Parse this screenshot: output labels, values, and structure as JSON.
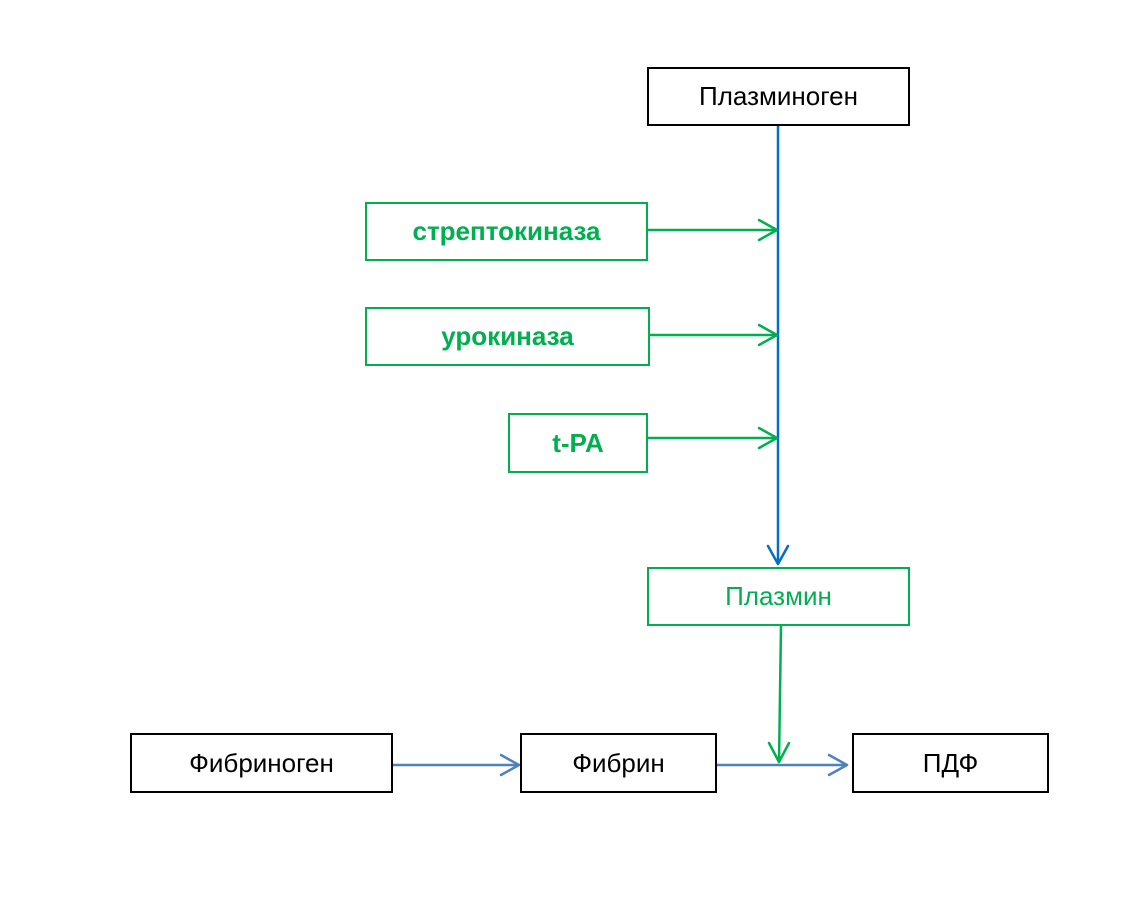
{
  "nodes": {
    "plasminogen": "Плазминоген",
    "streptokinase": "стрептокиназа",
    "urokinase": "урокиназа",
    "tpa": "t-PA",
    "plasmin": "Плазмин",
    "fibrinogen": "Фибриноген",
    "fibrin": "Фибрин",
    "pdf": "ПДФ"
  },
  "colors": {
    "green": "#00b050",
    "blue": "#0070c0",
    "steel_blue": "#4f81bd",
    "black": "#000000"
  }
}
